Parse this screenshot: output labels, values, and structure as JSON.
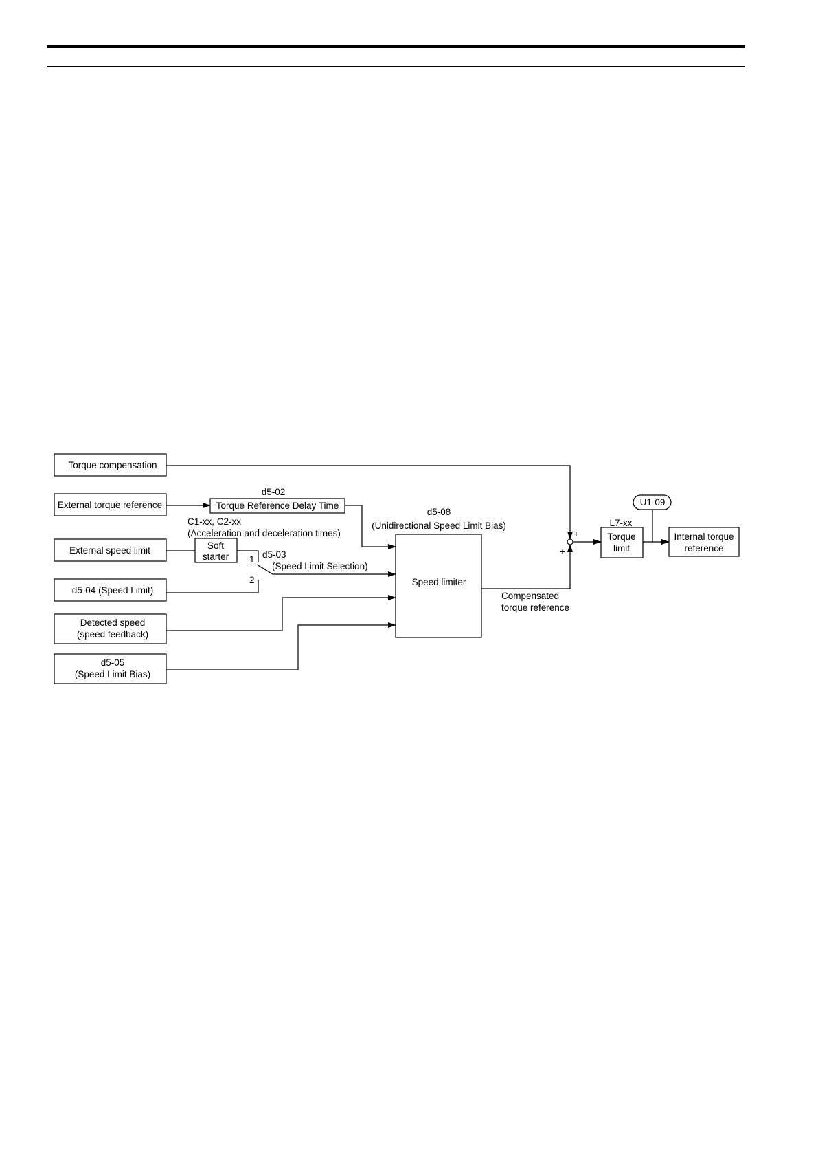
{
  "diagram": {
    "torque_compensation": "Torque compensation",
    "external_torque_reference": "External torque reference",
    "external_speed_limit": "External speed limit",
    "speed_limit_box": "d5-04 (Speed Limit)",
    "detected_speed": {
      "line1": "Detected speed",
      "line2": "(speed feedback)"
    },
    "speed_limit_bias": {
      "line1": "d5-05",
      "line2": "(Speed Limit Bias)"
    },
    "delay_param": "d5-02",
    "delay_box": "Torque Reference Delay Time",
    "accel_params": "C1-xx, C2-xx",
    "accel_desc": "(Acceleration and deceleration times)",
    "soft_starter": {
      "line1": "Soft",
      "line2": "starter"
    },
    "switch_pos1": "1",
    "switch_pos2": "2",
    "selection_param": "d5-03",
    "selection_desc": "(Speed Limit Selection)",
    "unidir_param": "d5-08",
    "unidir_desc": "(Unidirectional Speed Limit Bias)",
    "speed_limiter": "Speed limiter",
    "compensated": {
      "line1": "Compensated",
      "line2": "torque reference"
    },
    "plus_top": "+",
    "plus_left": "+",
    "torque_limit_param": "L7-xx",
    "torque_limit": {
      "line1": "Torque",
      "line2": "limit"
    },
    "monitor": "U1-09",
    "internal_torque_reference": {
      "line1": "Internal torque",
      "line2": "reference"
    }
  }
}
